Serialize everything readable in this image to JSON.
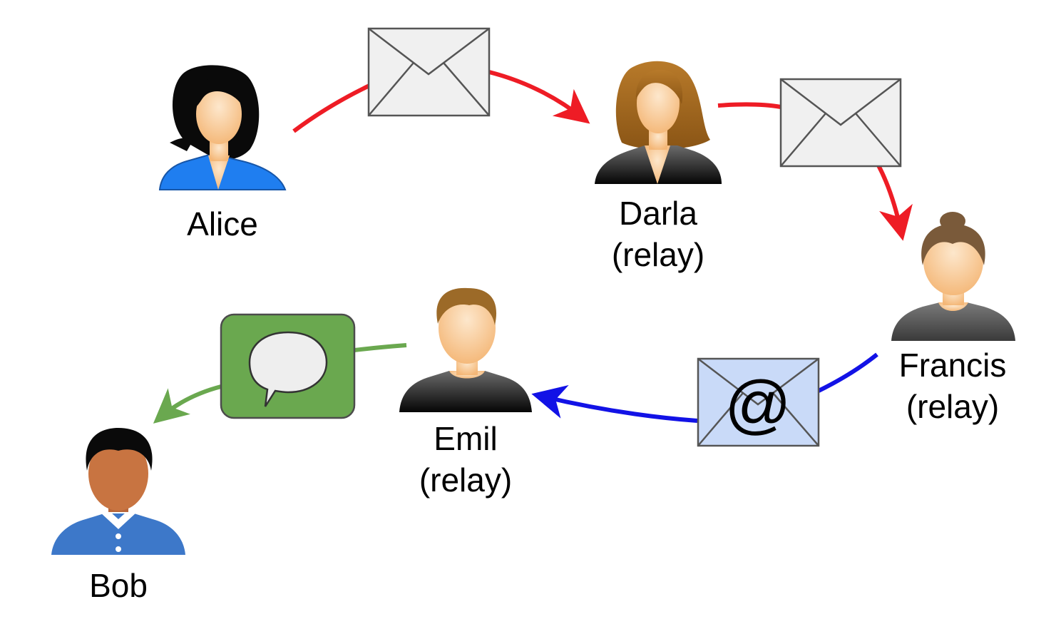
{
  "people": {
    "alice": {
      "name": "Alice"
    },
    "darla": {
      "name": "Darla",
      "role": "(relay)"
    },
    "francis": {
      "name": "Francis",
      "role": "(relay)"
    },
    "emil": {
      "name": "Emil",
      "role": "(relay)"
    },
    "bob": {
      "name": "Bob"
    }
  },
  "messages": {
    "envelope_1": {
      "icon": "envelope-icon"
    },
    "envelope_2": {
      "icon": "envelope-icon"
    },
    "email_envelope": {
      "icon": "email-at-envelope-icon",
      "symbol": "@"
    },
    "chat_bubble": {
      "icon": "chat-bubble-icon"
    }
  },
  "colors": {
    "red_path": "#ee1c25",
    "blue_path": "#1212e6",
    "green_path": "#6aa84f",
    "envelope_fill": "#f0f0f0",
    "email_envelope_fill": "#c9daf8",
    "chat_fill": "#6aa84f"
  }
}
